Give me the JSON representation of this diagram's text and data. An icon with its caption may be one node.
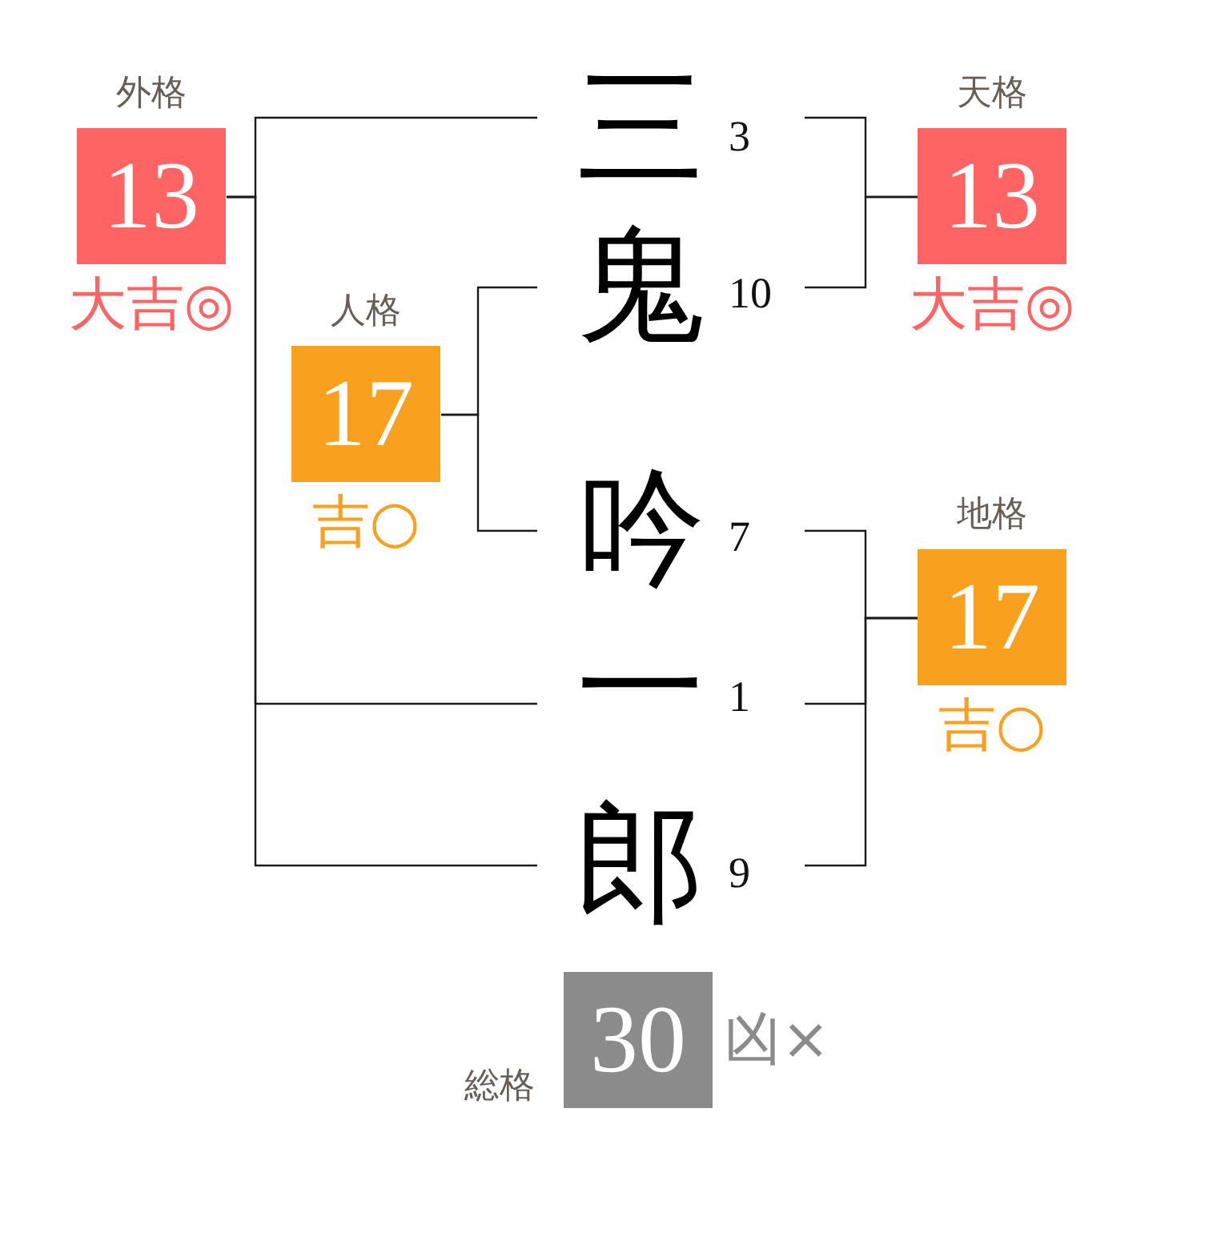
{
  "diagram": {
    "nodes": [
      {
        "text": [
          "外格",
          "13"
        ],
        "beside": [
          "大吉◎"
        ]
      },
      {
        "text": [
          "三"
        ],
        "beside": [
          "3"
        ]
      },
      {
        "text": [
          "天格",
          "13"
        ],
        "beside": [
          "大吉◎"
        ]
      },
      {
        "text": [
          "鬼"
        ],
        "beside": [
          "10"
        ]
      },
      {
        "text": [
          "人格",
          "17"
        ],
        "beside": [
          "吉○"
        ]
      },
      {
        "text": [
          "吟"
        ],
        "beside": [
          "7"
        ]
      },
      {
        "text": [
          "地格",
          "17"
        ],
        "beside": [
          "吉○"
        ]
      },
      {
        "text": [
          "一"
        ],
        "beside": [
          "1"
        ]
      },
      {
        "text": [
          "郎"
        ],
        "beside": [
          "9"
        ]
      },
      {
        "text": [
          "総格",
          "30"
        ],
        "beside": [
          "凶×"
        ]
      }
    ],
    "edges": [
      {
        "from": 0,
        "to": 1,
        "arrow": "none"
      },
      {
        "from": 0,
        "to": 7,
        "arrow": "none"
      },
      {
        "from": 0,
        "to": 8,
        "arrow": "none"
      },
      {
        "from": 2,
        "to": 1,
        "arrow": "none"
      },
      {
        "from": 2,
        "to": 3,
        "arrow": "none"
      },
      {
        "from": 4,
        "to": 3,
        "arrow": "none"
      },
      {
        "from": 4,
        "to": 5,
        "arrow": "none"
      },
      {
        "from": 6,
        "to": 5,
        "arrow": "none"
      },
      {
        "from": 6,
        "to": 7,
        "arrow": "none"
      },
      {
        "from": 6,
        "to": 8,
        "arrow": "none"
      }
    ]
  }
}
